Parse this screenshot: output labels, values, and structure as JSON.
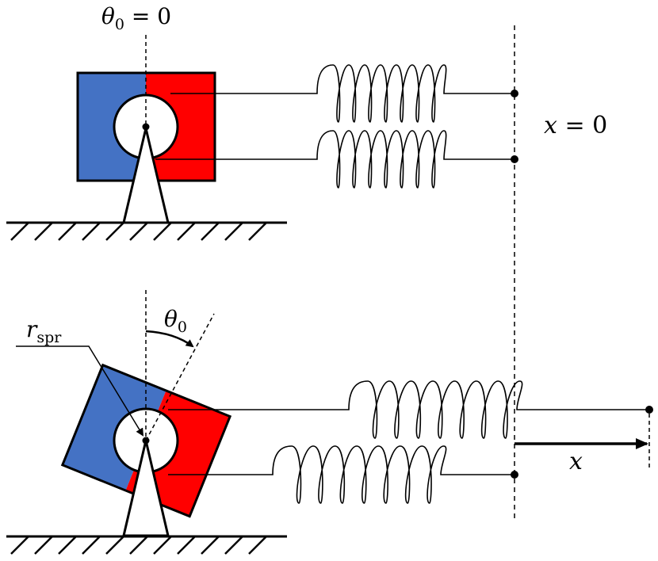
{
  "labels": {
    "theta_top": {
      "sym": "θ",
      "sub": "0",
      "rest": " = 0"
    },
    "x_zero": {
      "sym": "x",
      "rest": " = 0"
    },
    "theta_bottom": {
      "sym": "θ",
      "sub": "0"
    },
    "r_spr": {
      "sym": "r",
      "sub": "spr"
    },
    "x_disp": {
      "sym": "x"
    }
  },
  "rotation_deg": 22,
  "colors": {
    "blue": "#4472c4",
    "red": "#ff0000",
    "stroke": "#000000",
    "background": "#ffffff"
  }
}
